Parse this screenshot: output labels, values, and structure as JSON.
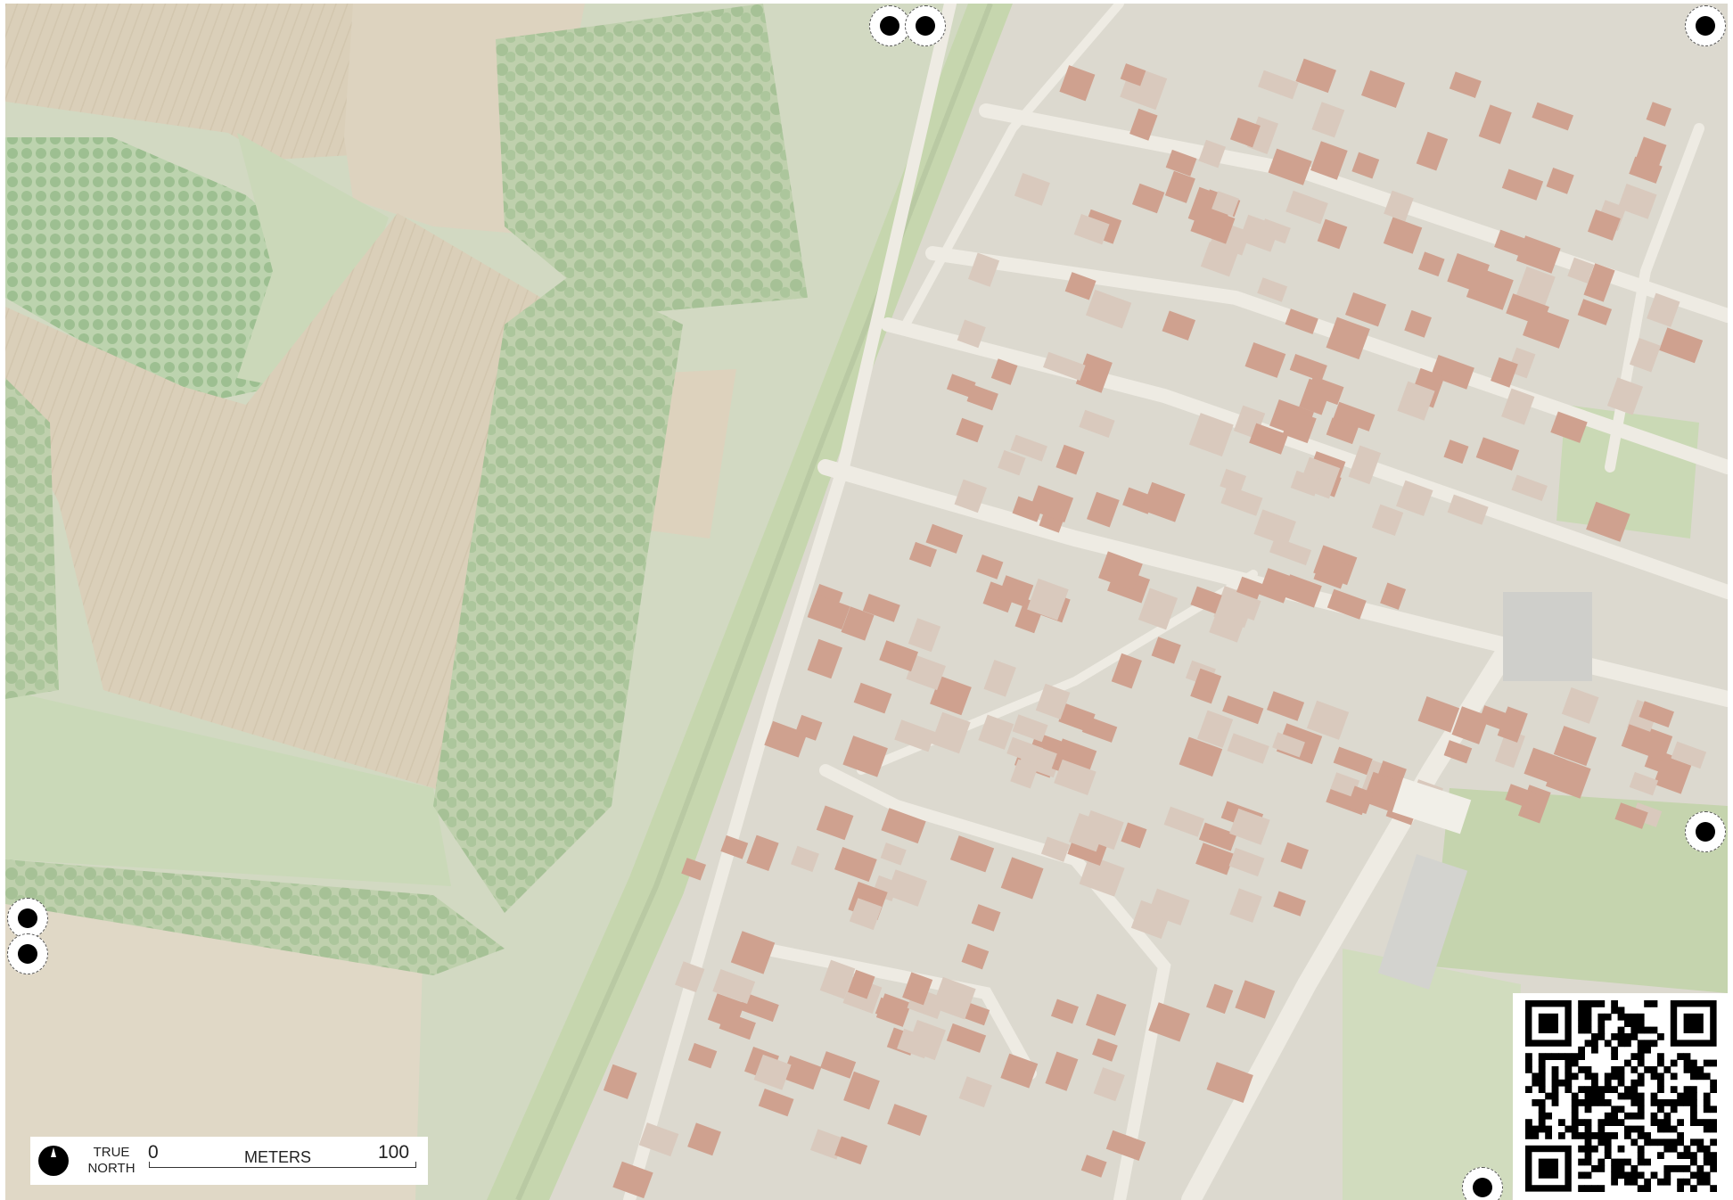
{
  "legend": {
    "north_line1": "TRUE",
    "north_line2": "NORTH",
    "scale_start": "0",
    "scale_units": "METERS",
    "scale_end": "100"
  },
  "colors": {
    "field_tan": "#d8cdb6",
    "grass_pale": "#c9d7b6",
    "orchard_green": "#a7c49a",
    "urban_base": "#dbd9cf",
    "road": "#ece9e1",
    "roof": "#cfa291",
    "marker_dot": "#000000"
  },
  "icons": [
    "true-north-icon",
    "qr-code",
    "map-marker-icon"
  ],
  "features": [
    "farm-fields",
    "orchard",
    "tree-belt",
    "railway-embankment",
    "residential-streets",
    "buildings"
  ]
}
